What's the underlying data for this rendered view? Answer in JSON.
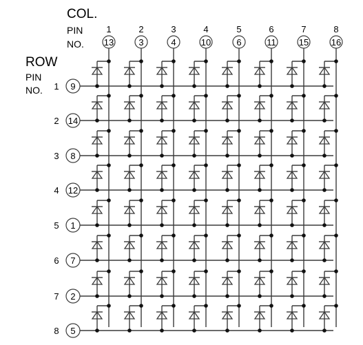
{
  "col_header": {
    "title": "COL.",
    "pin_label": "PIN",
    "no_label": "NO."
  },
  "row_header": {
    "title": "ROW",
    "pin_label": "PIN",
    "no_label": "NO."
  },
  "columns": [
    {
      "index": "1",
      "pin": "13"
    },
    {
      "index": "2",
      "pin": "3"
    },
    {
      "index": "3",
      "pin": "4"
    },
    {
      "index": "4",
      "pin": "10"
    },
    {
      "index": "5",
      "pin": "6"
    },
    {
      "index": "6",
      "pin": "11"
    },
    {
      "index": "7",
      "pin": "15"
    },
    {
      "index": "8",
      "pin": "16"
    }
  ],
  "rows": [
    {
      "index": "1",
      "pin": "9"
    },
    {
      "index": "2",
      "pin": "14"
    },
    {
      "index": "3",
      "pin": "8"
    },
    {
      "index": "4",
      "pin": "12"
    },
    {
      "index": "5",
      "pin": "1"
    },
    {
      "index": "6",
      "pin": "7"
    },
    {
      "index": "7",
      "pin": "2"
    },
    {
      "index": "8",
      "pin": "5"
    }
  ],
  "colors": {
    "line": "#3a3a3a",
    "text": "#000000",
    "background": "#ffffff"
  }
}
